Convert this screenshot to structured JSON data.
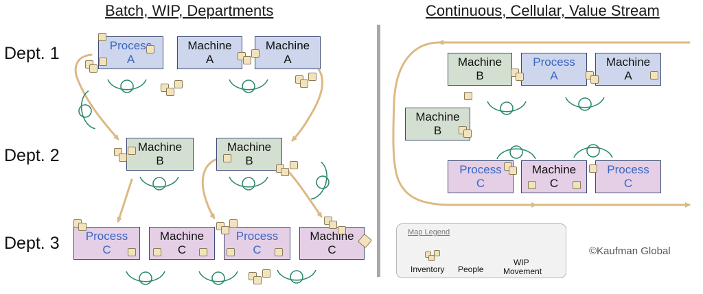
{
  "titles": {
    "left": "Batch, WIP, Departments",
    "right": "Continuous, Cellular, Value Stream"
  },
  "departments": [
    "Dept. 1",
    "Dept. 2",
    "Dept. 3"
  ],
  "left_boxes": [
    {
      "line1": "Process",
      "line2": "A",
      "style": "blue",
      "text": "blue"
    },
    {
      "line1": "Machine",
      "line2": "A",
      "style": "blue",
      "text": "black"
    },
    {
      "line1": "Machine",
      "line2": "A",
      "style": "blue",
      "text": "black"
    },
    {
      "line1": "Machine",
      "line2": "B",
      "style": "green",
      "text": "black"
    },
    {
      "line1": "Machine",
      "line2": "B",
      "style": "green",
      "text": "black"
    },
    {
      "line1": "Process",
      "line2": "C",
      "style": "pink",
      "text": "blue"
    },
    {
      "line1": "Machine",
      "line2": "C",
      "style": "pink",
      "text": "black"
    },
    {
      "line1": "Process",
      "line2": "C",
      "style": "pink",
      "text": "blue"
    },
    {
      "line1": "Machine",
      "line2": "C",
      "style": "pink",
      "text": "black"
    }
  ],
  "right_boxes": [
    {
      "line1": "Machine",
      "line2": "B",
      "style": "green",
      "text": "black"
    },
    {
      "line1": "Process",
      "line2": "A",
      "style": "blue",
      "text": "blue"
    },
    {
      "line1": "Machine",
      "line2": "A",
      "style": "blue",
      "text": "black"
    },
    {
      "line1": "Machine",
      "line2": "B",
      "style": "green",
      "text": "black"
    },
    {
      "line1": "Process",
      "line2": "C",
      "style": "pink",
      "text": "blue"
    },
    {
      "line1": "Machine",
      "line2": "C",
      "style": "pink",
      "text": "black"
    },
    {
      "line1": "Process",
      "line2": "C",
      "style": "pink",
      "text": "blue"
    }
  ],
  "legend": {
    "title": "Map Legend",
    "inventory": "Inventory",
    "people": "People",
    "wip_line1": "WIP",
    "wip_line2": "Movement"
  },
  "copyright": "©Kaufman Global",
  "colors": {
    "arrow": "#dcb983",
    "people": "#2f8a6e",
    "box_border": "#3d4a73"
  }
}
